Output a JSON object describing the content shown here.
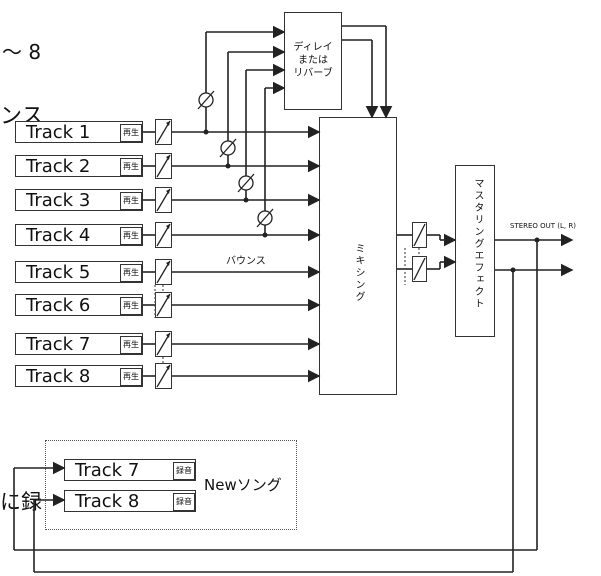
{
  "fragments": {
    "top_left": "〜  8",
    "bounce_partial": "ンス",
    "record_partial": "に録"
  },
  "tracks": [
    {
      "name": "Track 1",
      "mode": "再生"
    },
    {
      "name": "Track 2",
      "mode": "再生"
    },
    {
      "name": "Track 3",
      "mode": "再生"
    },
    {
      "name": "Track 4",
      "mode": "再生"
    },
    {
      "name": "Track 5",
      "mode": "再生"
    },
    {
      "name": "Track 6",
      "mode": "再生"
    },
    {
      "name": "Track 7",
      "mode": "再生"
    },
    {
      "name": "Track 8",
      "mode": "再生"
    }
  ],
  "new_song": {
    "label": "Newソング",
    "tracks": [
      {
        "name": "Track 7",
        "mode": "録音"
      },
      {
        "name": "Track 8",
        "mode": "録音"
      }
    ]
  },
  "blocks": {
    "delay": "ディレイ\nまたは\nリバーブ",
    "delay_l1": "ディレイ",
    "delay_l2": "または",
    "delay_l3": "リバーブ",
    "mixing": "ミキシング",
    "mastering": "マスタリングエフェクト"
  },
  "labels": {
    "bounce": "バウンス",
    "stereo_out": "STEREO OUT (L, R)"
  },
  "colors": {
    "line": "#222222",
    "border": "#333333",
    "background": "#ffffff"
  }
}
